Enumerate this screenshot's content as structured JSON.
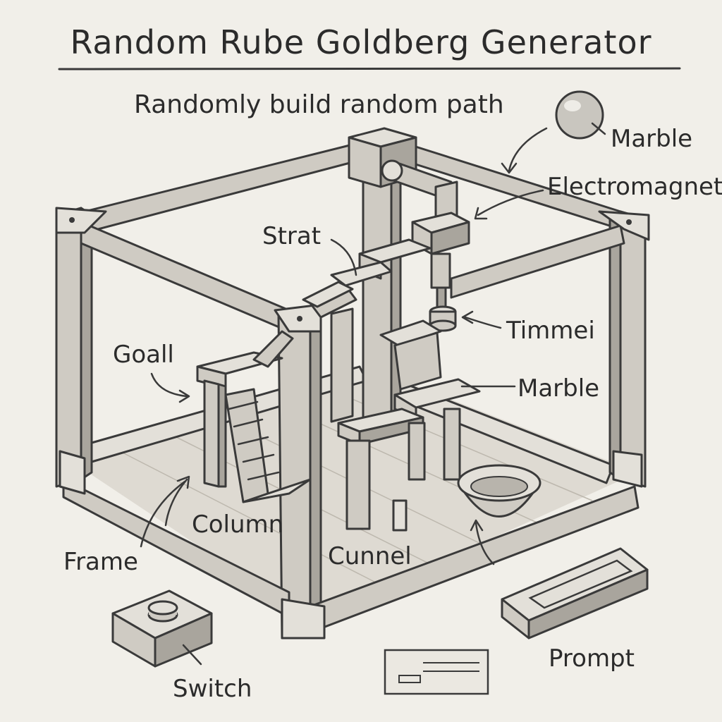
{
  "title": "Random Rube Goldberg Generator",
  "subtitle": "Randomly build random path",
  "labels": {
    "marble_top": "Marble",
    "electromagnet": "Electromagnet",
    "strat": "Strat",
    "timmei": "Timmei",
    "goall": "Goall",
    "marble_mid": "Marble",
    "column": "Column",
    "frame": "Frame",
    "cunnel": "Cunnel",
    "switch": "Switch",
    "prompt": "Prompt"
  },
  "colors": {
    "paper": "#f1efe9",
    "ink": "#3a3a3a",
    "wood": "#cfcbc3"
  }
}
